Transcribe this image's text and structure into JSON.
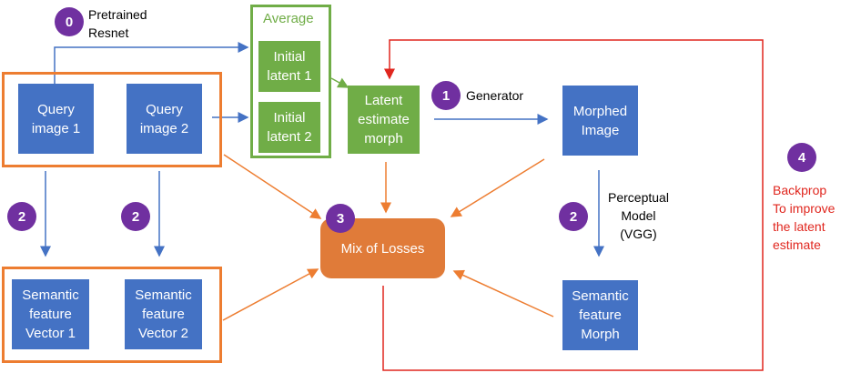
{
  "badges": {
    "pretrained": "0",
    "generator": "1",
    "semantic_left": "2",
    "semantic_mid": "2",
    "perceptual": "2",
    "losses": "3",
    "backprop": "4"
  },
  "labels": {
    "pretrained": "Pretrained\nResnet",
    "generator": "Generator",
    "perceptual": "Perceptual\nModel\n(VGG)",
    "backprop": "Backprop\nTo improve\nthe latent\nestimate",
    "average": "Average"
  },
  "nodes": {
    "query1": "Query\nimage 1",
    "query2": "Query\nimage 2",
    "latent1": "Initial\nlatent 1",
    "latent2": "Initial\nlatent 2",
    "latent_morph": "Latent\nestimate\nmorph",
    "morphed": "Morphed\nImage",
    "losses": "Mix of Losses",
    "sem1": "Semantic\nfeature\nVector 1",
    "sem2": "Semantic\nfeature\nVector 2",
    "sem_morph": "Semantic\nfeature\nMorph"
  },
  "colors": {
    "blue_box": "#4472c4",
    "green_box": "#70ad47",
    "orange": "#ed7d31",
    "badge": "#7030a0",
    "red": "#e0261e"
  }
}
